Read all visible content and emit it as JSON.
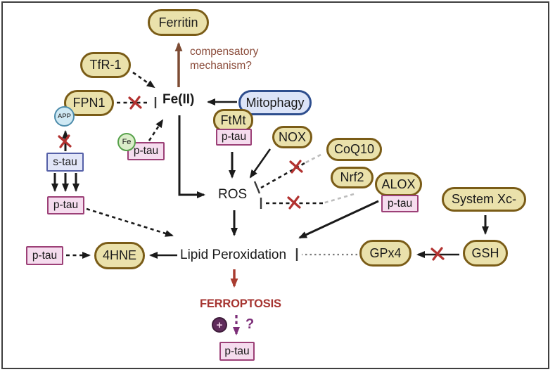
{
  "figure_type": "signaling-pathway-diagram",
  "palette": {
    "frame_border": "#3f3f3f",
    "tan_fill": "#eae1ab",
    "tan_border": "#7a5c17",
    "pink_fill": "#f5dcee",
    "pink_border": "#9c4077",
    "stau_fill": "#e2e6f8",
    "stau_border": "#5560a8",
    "mito_fill": "#dce4f8",
    "mito_border": "#2e4e8e",
    "app_fill": "#cfe9f4",
    "app_border": "#4d8cab",
    "fe_fill": "#dbeec9",
    "fe_border": "#57a14b",
    "plus_fill": "#5f2b5b",
    "plus_border": "#3f1d3b",
    "plus_text": "#efcfe5",
    "line": "#1a1a1a",
    "x_red": "#b23230",
    "brown": "#7d4b33",
    "brown_text": "#8b4c3b",
    "red_arrow": "#a93c30",
    "ferroptosis_red": "#a63531",
    "purple": "#7c2e78",
    "dot_gray": "#7a7a7a",
    "gray_dash": "#bdbdbd",
    "tick": "#3a3a3a"
  },
  "nodes": {
    "ferritin": {
      "label": "Ferritin"
    },
    "tfr1": {
      "label": "TfR-1"
    },
    "fpn1": {
      "label": "FPN1"
    },
    "app": {
      "label": "APP"
    },
    "stau": {
      "label": "s-tau"
    },
    "ptau": {
      "label": "p-tau"
    },
    "fe_ion": {
      "label": "Fe"
    },
    "mitophagy": {
      "label": "Mitophagy"
    },
    "ftmt": {
      "label": "FtMt"
    },
    "nox": {
      "label": "NOX"
    },
    "coq10": {
      "label": "CoQ10"
    },
    "nrf2": {
      "label": "Nrf2"
    },
    "alox": {
      "label": "ALOX"
    },
    "system_xc": {
      "label": "System Xc-"
    },
    "gsh": {
      "label": "GSH"
    },
    "gpx4": {
      "label": "GPx4"
    },
    "hne4": {
      "label": "4HNE"
    }
  },
  "texts": {
    "fe2": "Fe(II)",
    "ros": "ROS",
    "lipid_peroxidation": "Lipid Peroxidation",
    "compensatory_line1": "compensatory",
    "compensatory_line2": "mechanism?",
    "ferroptosis": "FERROPTOSIS",
    "plus_sign": "+",
    "question_mark": "?"
  }
}
